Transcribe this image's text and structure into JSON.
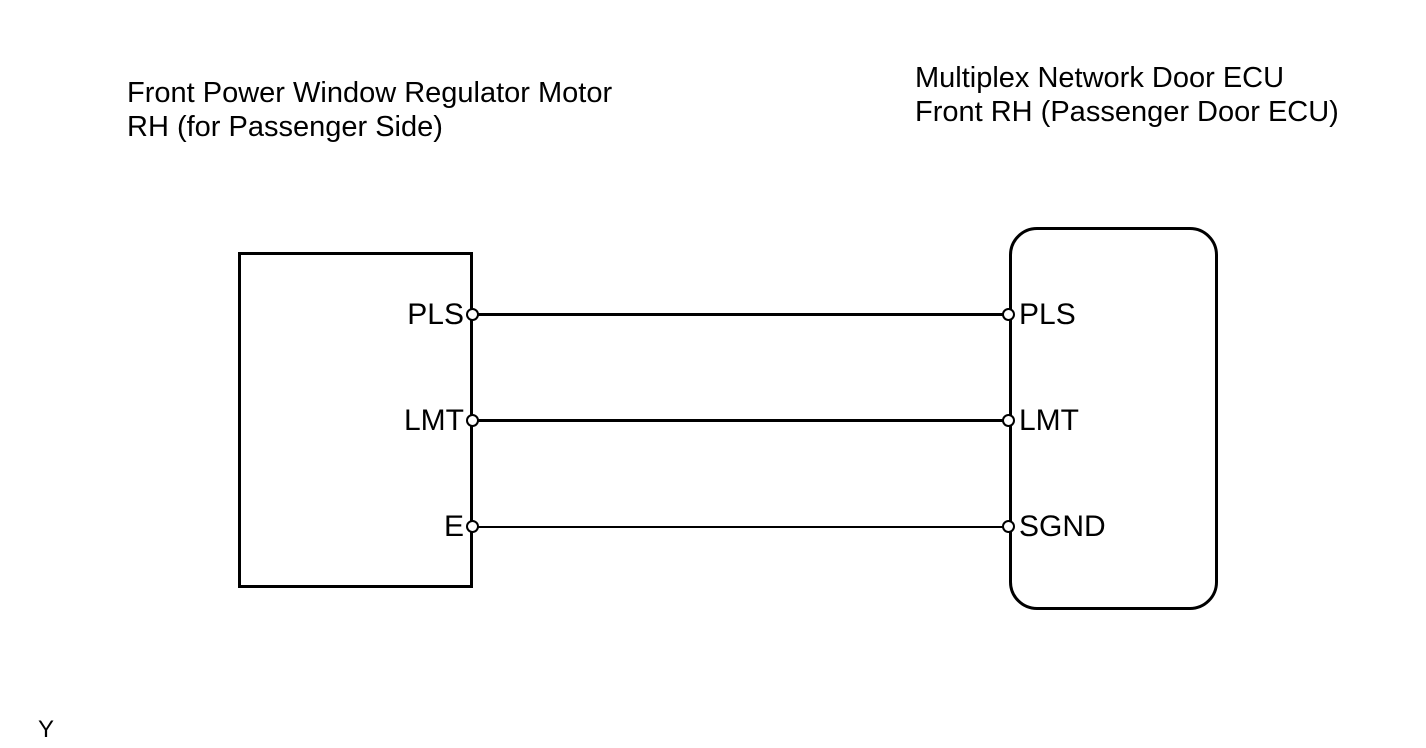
{
  "diagram": {
    "type": "wiring-diagram",
    "left_component": {
      "title": "Front Power Window Regulator Motor\nRH (for Passenger Side)",
      "shape": "rectangle",
      "pins": [
        {
          "label": "PLS"
        },
        {
          "label": "LMT"
        },
        {
          "label": "E"
        }
      ]
    },
    "right_component": {
      "title": "Multiplex Network Door ECU\nFront RH (Passenger Door ECU)",
      "shape": "rounded-rectangle",
      "pins": [
        {
          "label": "PLS"
        },
        {
          "label": "LMT"
        },
        {
          "label": "SGND"
        }
      ]
    },
    "connections": [
      {
        "from": "PLS",
        "to": "PLS",
        "line_weight": "thick"
      },
      {
        "from": "LMT",
        "to": "LMT",
        "line_weight": "thick"
      },
      {
        "from": "E",
        "to": "SGND",
        "line_weight": "thin"
      }
    ],
    "footnote": "Y",
    "colors": {
      "line": "#000000",
      "text": "#000000",
      "background": "#ffffff",
      "terminal_fill": "#ffffff"
    }
  }
}
